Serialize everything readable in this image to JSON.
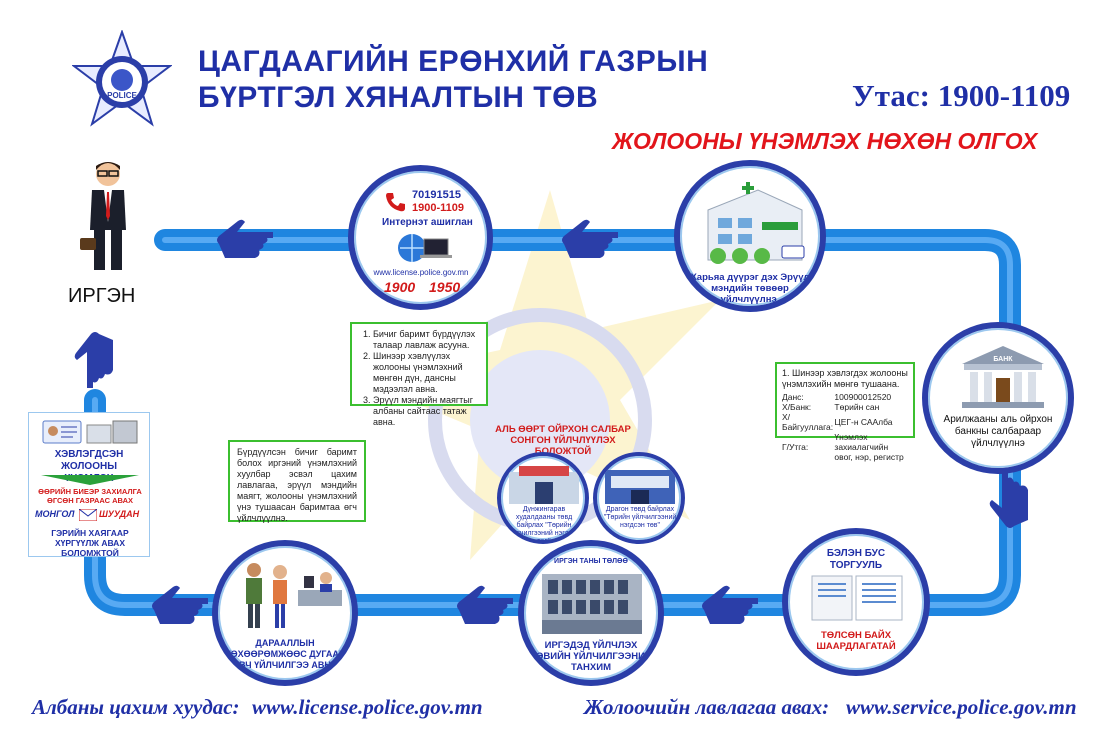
{
  "header": {
    "org_line1": "ЦАГДААГИЙН ЕРӨНХИЙ ГАЗРЫН",
    "org_line2": "БҮРТГЭЛ ХЯНАЛТЫН ТӨВ",
    "phone": "Утас: 1900-1109",
    "subject": "ЖОЛООНЫ ҮНЭМЛЭХ НӨХӨН ОЛГОХ",
    "logo_text": "POLICE"
  },
  "citizen": {
    "label": "ИРГЭН"
  },
  "step_contact": {
    "phone1": "70191515",
    "phone2": "1900-1109",
    "internet": "Интернэт ашиглан",
    "website": "www.license.police.gov.mn",
    "hotline": "1900",
    "hotline2": "1950"
  },
  "callout_inquiry": {
    "items": [
      "Бичиг баримт бүрдүүлэх талаар лавлаж асууна.",
      "Шинээр хэвлүүлэх жолооны үнэмлэхний мөнгөн дүн, дансны мэдээлэл авна.",
      "Эрүүл мэндийн маягтыг албаны сайтаас татаж авна."
    ]
  },
  "step_health": {
    "caption": "Харьяа дүүрэг дэх Эрүүл мэндийн төвөөр үйлчлүүлнэ."
  },
  "step_bank": {
    "sign": "БАНК",
    "caption": "Арилжааны аль ойрхон банкны салбараар үйлчлүүлнэ"
  },
  "callout_bank": {
    "intro": "1. Шинээр хэвлэгдэх жолооны үнэмлэхийн мөнгө тушаана.",
    "rows": [
      {
        "k": "Данс:",
        "v": "100900012520"
      },
      {
        "k": "Х/Банк:",
        "v": "Төрийн сан"
      },
      {
        "k": "Х/Байгууллага:",
        "v": "ЦЕГ-н СААлба"
      },
      {
        "k": "Г/Утга:",
        "v": "Үнэмлэх захиалагчийн овог, нэр, регистр"
      }
    ]
  },
  "step_form": {
    "line1": "БЭЛЭН БУС",
    "line2": "ТОРГУУЛЬ",
    "caption": "ТӨЛСӨН БАЙХ ШААРДЛАГАТАЙ"
  },
  "step_hall": {
    "banner": "ИРГЭН ТАНЫ ТӨЛӨӨ",
    "caption": "ИРГЭДЭД ҮЙЛЧЛЭХ ТӨВИЙН ҮЙЛЧИЛГЭЭНИЙ ТАНХИМ"
  },
  "branch": {
    "title": "АЛЬ ӨӨРТ ОЙРХОН САЛБАР СОНГОН ҮЙЛЧЛҮҮЛЭХ БОЛОЖТОЙ",
    "left_label": "Дүнжингарав худалдааны төвд байрлах \"Төрийн үйлчилгээний нэгдсэн төв\"",
    "right_label": "Драгон төвд байрлах \"Төрийн үйлчилгээний нэгдсэн төв\""
  },
  "callout_docs": {
    "text": "Бүрдүүлсэн бичиг баримт болох иргэний үнэмлэхний хуулбар эсвэл цахим лавлагаа, эрүүл мэндийн маягт, жолооны үнэмлэхний үнэ тушаасан баримтаа өгч үйлчлүүлнэ."
  },
  "step_queue": {
    "caption": "ДАРААЛЛЫН ТӨХӨӨРӨМЖӨӨС ДУГААР АВЧ ҮЙЛЧИЛГЭЭ АВНА"
  },
  "delivery": {
    "title1": "ХЭВЛЭГДСЭН ЖОЛООНЫ",
    "title2": "ҮНЭМЛЭХ",
    "pickup": "ӨӨРИЙН БИЕЭР ЗАХИАЛГА ӨГСӨН ГАЗРААС АВАХ",
    "post_left": "МОНГОЛ",
    "post_right": "ШУУДАН",
    "home": "ГЭРИЙН ХАЯГААР ХҮРГҮҮЛЖ АВАХ БОЛОМЖТОЙ"
  },
  "footer": {
    "left_label": "Албаны цахим хуудас:",
    "left_url": "www.license.police.gov.mn",
    "right_label": "Жолоочийн лавлагаа авах:",
    "right_url": "www.service.police.gov.mn"
  },
  "colors": {
    "title_blue": "#1f2fa6",
    "subject_red": "#e2151b",
    "flow_blue": "#1f86e0",
    "callout_green": "#3bbf2f"
  }
}
